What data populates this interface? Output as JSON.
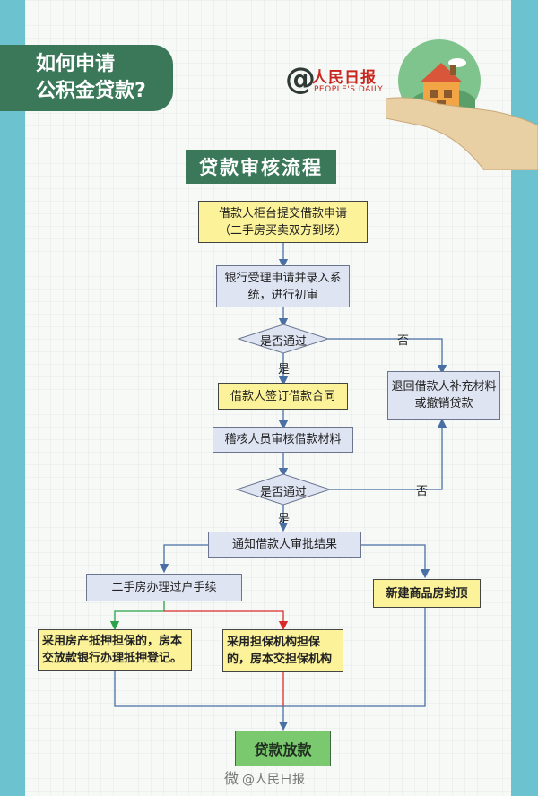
{
  "header": {
    "line1": "如何申请",
    "line2": "公积金贷款?"
  },
  "logo": {
    "at": "@",
    "cn": "人民日报",
    "en": "PEOPLE'S DAILY"
  },
  "section_title": "贷款审核流程",
  "flow": {
    "step1_line1": "借款人柜台提交借款申请",
    "step1_line2": "（二手房买卖双方到场）",
    "step2_line1": "银行受理申请并录入系",
    "step2_line2": "统，进行初审",
    "decision1": "是否通过",
    "yes1": "是",
    "no1": "否",
    "reject_line1": "退回借款人补充材料",
    "reject_line2": "或撤销贷款",
    "step3": "借款人签订借款合同",
    "step4": "稽核人员审核借款材料",
    "decision2": "是否通过",
    "yes2": "是",
    "no2": "否",
    "step5": "通知借款人审批结果",
    "second_hand": "二手房办理过户手续",
    "new_house": "新建商品房封顶",
    "option_a_line1": "采用房产抵押担保的，房本",
    "option_a_line2": "交放款银行办理抵押登记。",
    "option_b_line1": "采用担保机构担保",
    "option_b_line2": "的，房本交担保机构",
    "final": "贷款放款"
  },
  "watermark": {
    "glyph": "微",
    "text": "@人民日报"
  },
  "colors": {
    "banner_green": "#3a7859",
    "side_blue": "#6cc3cf",
    "box_yellow": "#fbf29a",
    "box_blue": "#dfe4f2",
    "arrow_blue": "#4a6fa5",
    "line_red": "#d92b2b",
    "line_green": "#2aa34a",
    "final_green": "#7bc96f"
  }
}
